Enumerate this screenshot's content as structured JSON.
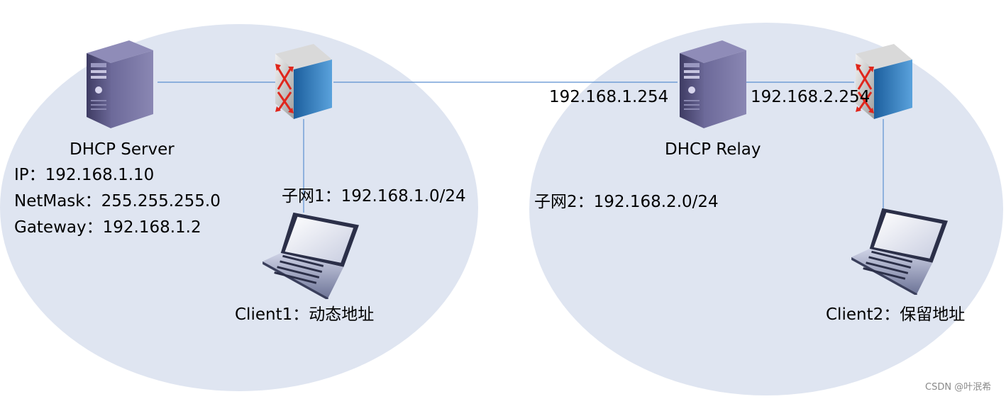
{
  "subnet1": {
    "server_label": "DHCP Server",
    "server_ip": "IP：192.168.1.10",
    "server_netmask": "NetMask：255.255.255.0",
    "server_gateway": "Gateway：192.168.1.2",
    "subnet_label": "子网1：192.168.1.0/24",
    "client_label": "Client1：动态地址"
  },
  "subnet2": {
    "relay_label": "DHCP Relay",
    "relay_ip_left": "192.168.1.254",
    "relay_ip_right": "192.168.2.254",
    "subnet_label": "子网2：192.168.2.0/24",
    "client_label": "Client2：保留地址"
  },
  "watermark": "CSDN @叶泯希",
  "colors": {
    "subnet_fill": "#dfe5f1",
    "link_line": "#5b8fd0",
    "server_body": "#5d5a86",
    "switch_body": "#b7b7b7",
    "switch_side": "#2f78b8",
    "arrow_red": "#e0261c"
  }
}
